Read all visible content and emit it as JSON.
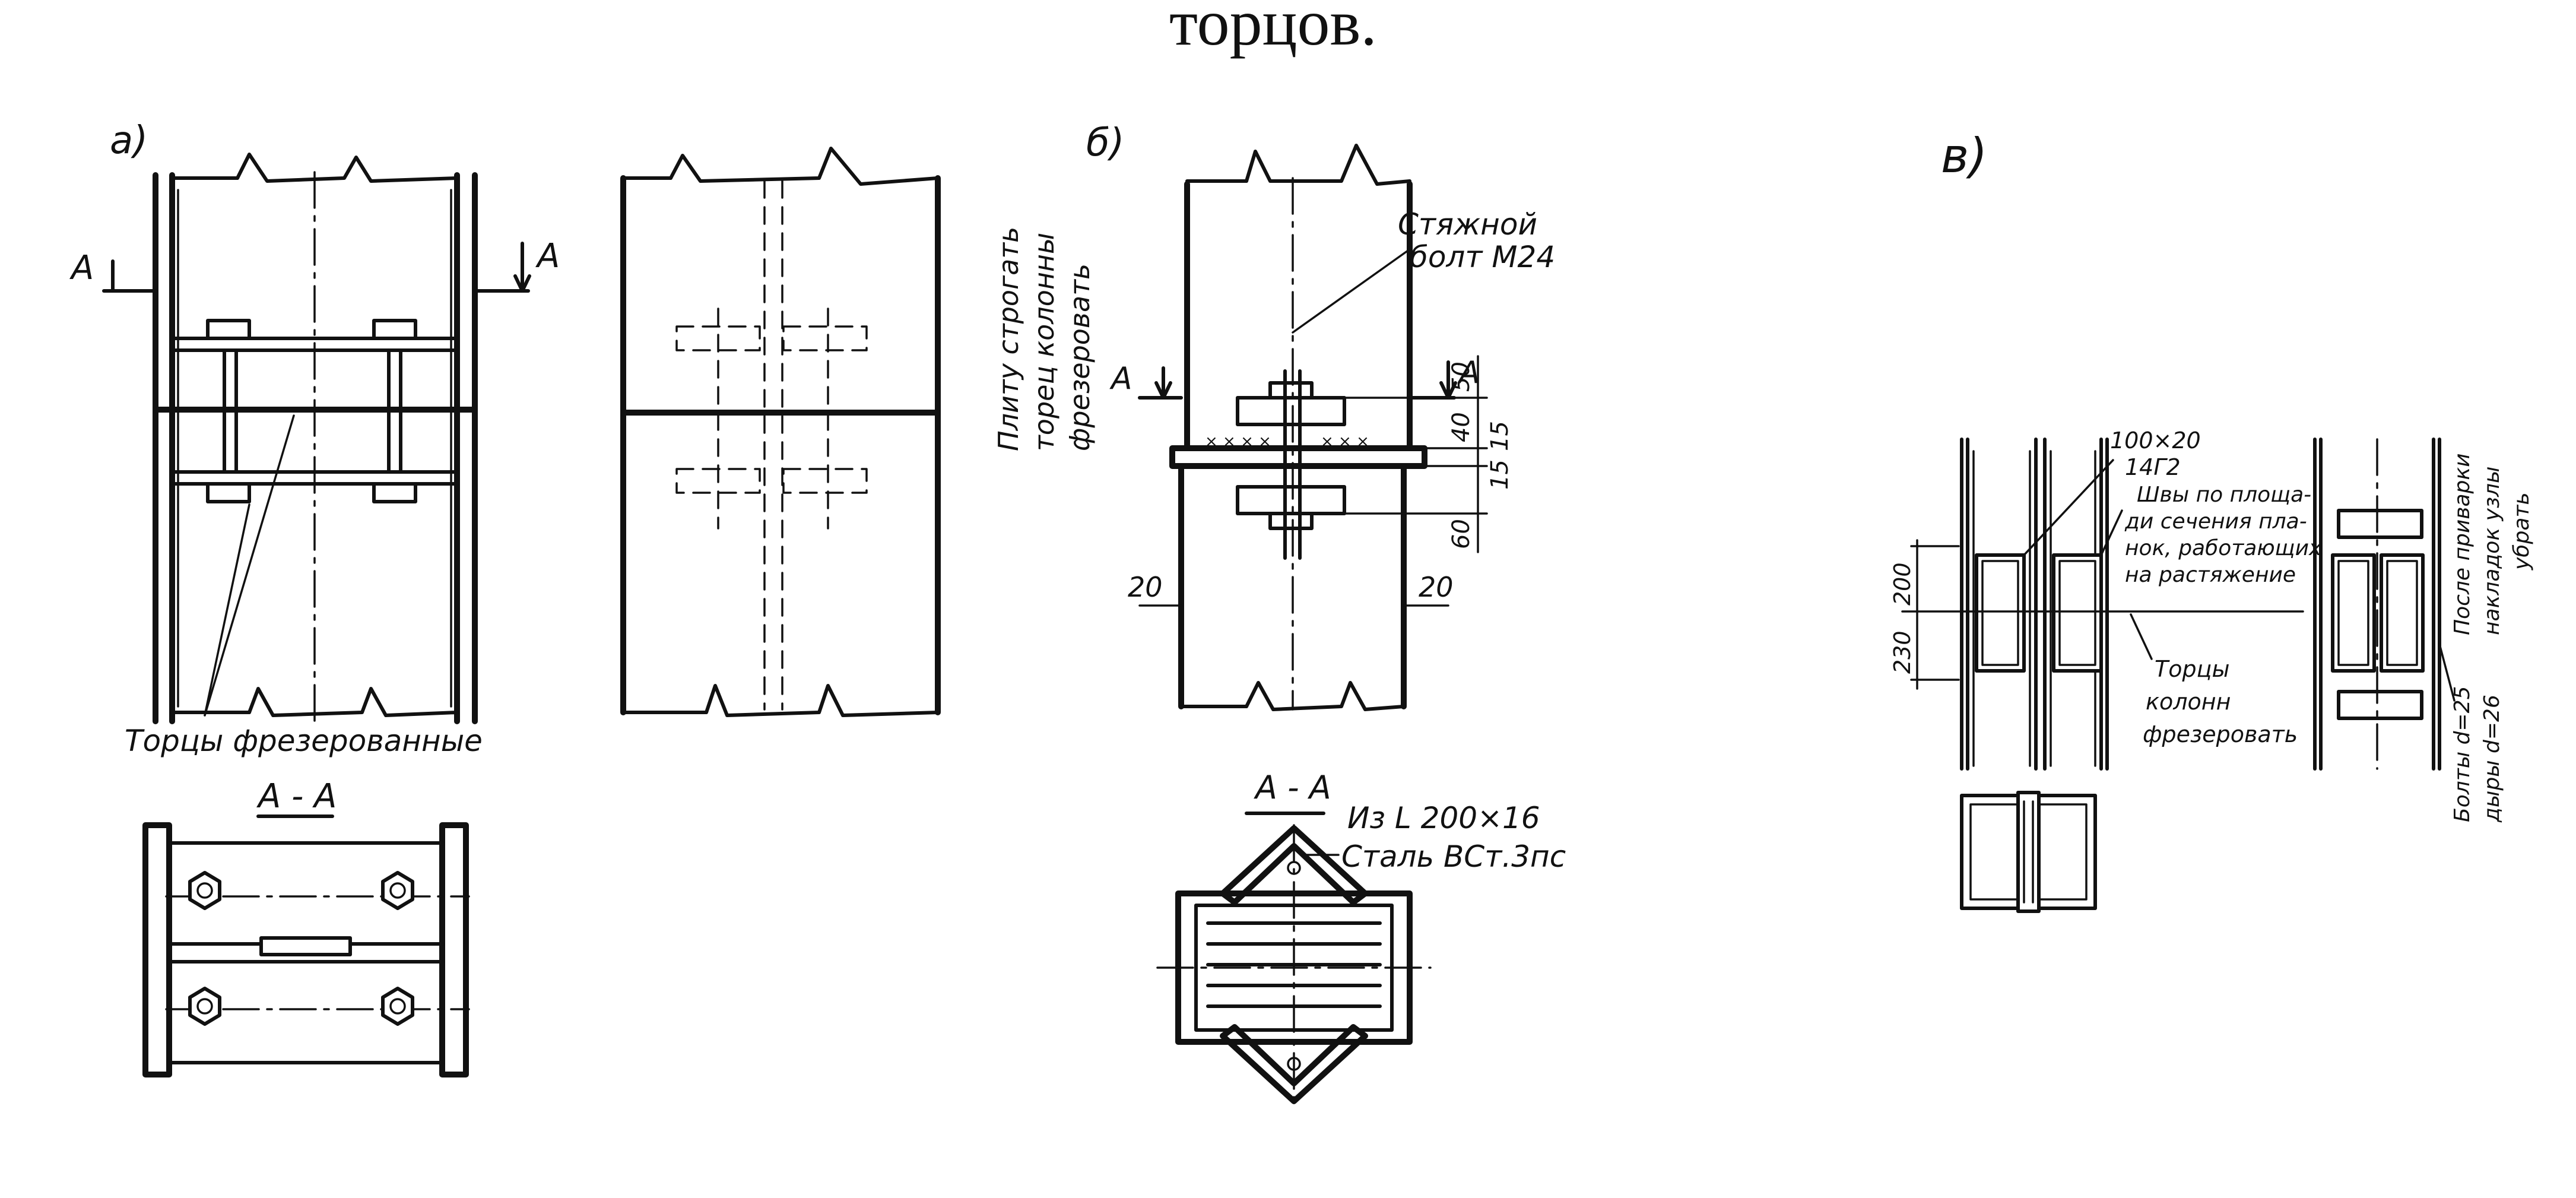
{
  "heading": "торцов.",
  "panels": {
    "a": {
      "letter": "а)",
      "section_mark_left": "А",
      "section_mark_right": "А",
      "callout": "Торцы фрезерованные",
      "section_title": "А - А"
    },
    "b": {
      "letter": "б)",
      "vertical_note": [
        "Плиту строгать",
        "торец колонны",
        "фрезеровать"
      ],
      "bolt_note": [
        "Стяжной",
        "болт М24"
      ],
      "section_mark_left": "А",
      "section_mark_right": "А",
      "dim_50": "50",
      "dim_40": "40",
      "dim_15a": "15",
      "dim_15b": "15",
      "dim_60": "60",
      "dim_20_left": "20",
      "dim_20_right": "20",
      "section_title": "А - А",
      "angle_note": "Из L 200×16",
      "steel_note": "Сталь ВСт.3пс"
    },
    "v": {
      "letter": "в)",
      "plate_size": "100×20",
      "plate_steel": "14Г2",
      "weld_note": [
        "Швы по площа-",
        "ди сечения пла-",
        "нок, работающих",
        "на растяжение"
      ],
      "ends_note": [
        "Торцы",
        "колонн",
        "фрезеровать"
      ],
      "dim_200": "200",
      "dim_230": "230",
      "remove_note": [
        "После приварки",
        "накладок узлы",
        "убрать"
      ],
      "bolts_note": [
        "Болты d=25",
        "дыры d=26"
      ]
    }
  }
}
